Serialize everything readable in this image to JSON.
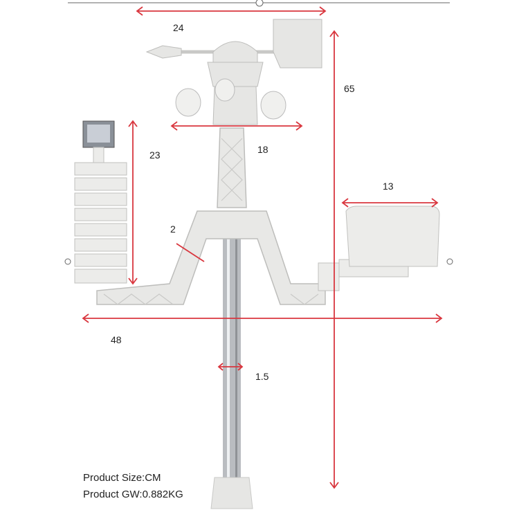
{
  "dimensions": {
    "vane_width": "24",
    "total_height": "65",
    "anemometer_width": "18",
    "shield_height": "23",
    "rain_gauge_width": "13",
    "arm_thickness": "2",
    "total_width": "48",
    "pole_diameter": "1.5"
  },
  "info": {
    "size_unit": "Product Size:CM",
    "weight": "Product GW:0.882KG"
  },
  "colors": {
    "dimension_line": "#d9363e",
    "plastic": "#e8e8e6",
    "pole": "#b9bcc0"
  }
}
